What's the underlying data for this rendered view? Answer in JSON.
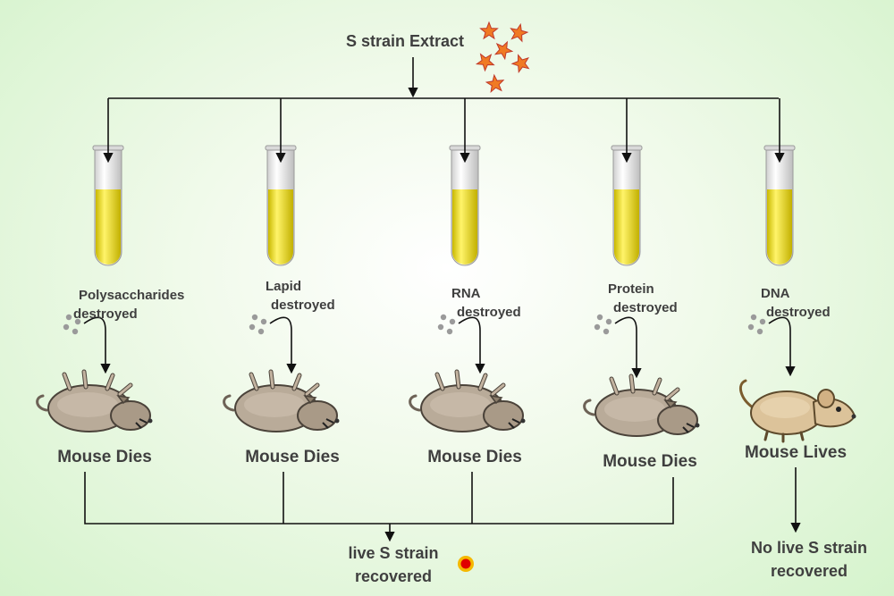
{
  "title": "S strain Extract",
  "tubes": [
    {
      "line1": "Polysaccharides",
      "line2": "destroyed",
      "outcome": "Mouse Dies"
    },
    {
      "line1": "Lapid",
      "line2": "destroyed",
      "outcome": "Mouse Dies"
    },
    {
      "line1": "RNA",
      "line2": "destroyed",
      "outcome": "Mouse Dies"
    },
    {
      "line1": "Protein",
      "line2": "destroyed",
      "outcome": "Mouse Dies"
    },
    {
      "line1": "DNA",
      "line2": "destroyed",
      "outcome": "Mouse Lives"
    }
  ],
  "result_left": {
    "line1": "live S strain",
    "line2": "recovered"
  },
  "result_right": {
    "line1": "No live S strain",
    "line2": "recovered"
  },
  "colors": {
    "line": "#111111",
    "liquid": "#efe000",
    "star": "#f07a23",
    "dead_mouse": "#b9ab99",
    "live_mouse": "#dcc39a",
    "bacterium": "#e00000"
  }
}
